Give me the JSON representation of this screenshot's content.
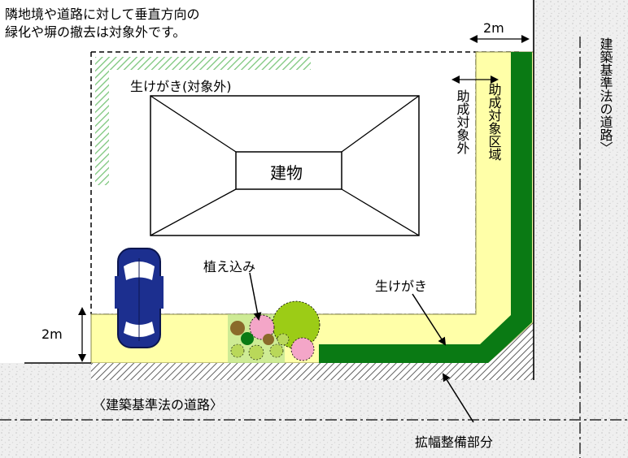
{
  "notes": {
    "line1": "隣地境や道路に対して垂直方向の",
    "line2": "緑化や塀の撤去は対象外です。"
  },
  "labels": {
    "hedge_excluded": "生けがき(対象外)",
    "building": "建物",
    "planting": "植え込み",
    "hedge": "生けがき",
    "widening": "拡幅整備部分",
    "road_bottom": "〈建築基準法の道路〉",
    "road_right": "建築基準法の道路〉",
    "subsidy_area": "助成対象区域",
    "not_subsidized": "助成対象外",
    "dim_top": "2m",
    "dim_left": "2m"
  },
  "colors": {
    "subsidy_zone": "#ffffa8",
    "hedge_green": "#0a7a14",
    "hatched_hedge": "#8ccf8c",
    "pink_shrub": "#f4a6c8",
    "olive_shrub": "#9ccc16",
    "brown_shrub": "#8a6a2a",
    "light_green_shrub": "#b9d85a",
    "car_blue": "#1c2f8f"
  }
}
